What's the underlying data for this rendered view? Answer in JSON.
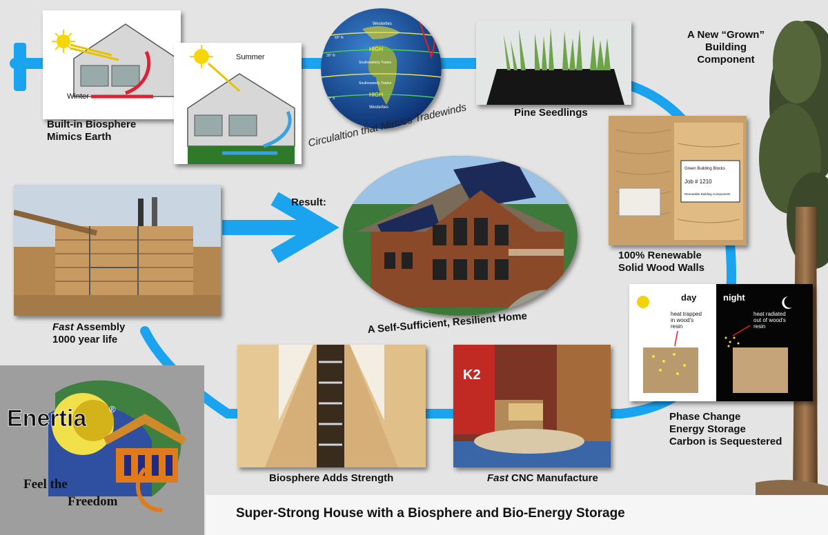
{
  "labels": {
    "biosphere": [
      "Built-in Biosphere",
      "Mimics Earth"
    ],
    "winter": "Winter",
    "summer": "Summer",
    "circulation": "Circulaltion that Mimics Tradewinds",
    "pine": "Pine Seedlings",
    "grown": [
      "A New “Grown”",
      "Building",
      "Component"
    ],
    "renewable": [
      "100% Renewable",
      "Solid Wood Walls"
    ],
    "result": "Result:",
    "home": "A Self-Sufficient, Resilient Home",
    "assembly_fast": "Fast",
    "assembly_rest": " Assembly",
    "assembly_life": "1000 year life",
    "strength": "Biosphere Adds Strength",
    "cnc_fast": "Fast",
    "cnc_rest": " CNC Manufacture",
    "phase": [
      "Phase Change",
      "Energy Storage",
      "Carbon is Sequestered"
    ],
    "day": "day",
    "night": "night",
    "heat_trapped": [
      "heat trapped",
      "in wood's",
      "resin"
    ],
    "heat_radiated": [
      "heat radiated",
      "out of wood's",
      "resin"
    ],
    "block_tag": [
      "Green Building Blocks",
      "Job # 1210",
      "Renewable Building Components"
    ],
    "cnc_tag": "K2"
  },
  "globe": {
    "zones": [
      "HIGH",
      "Southeasterly Trades",
      "Southeasterly Trades",
      "HIGH",
      "Westerlies",
      "Westerlies"
    ],
    "latitudes": [
      "60° N",
      "30° N",
      "30° S",
      "60° S"
    ]
  },
  "logo": {
    "brand": "Enertia",
    "registered": "®",
    "tagline_1": "Feel the",
    "tagline_2": "Freedom"
  },
  "footer": {
    "title": "Super-Strong House with a Biosphere and Bio-Energy Storage"
  },
  "colors": {
    "flow_arrow": "#1aa3ee",
    "background": "#e4e4e4",
    "logo_panel": "#9e9e9e"
  }
}
